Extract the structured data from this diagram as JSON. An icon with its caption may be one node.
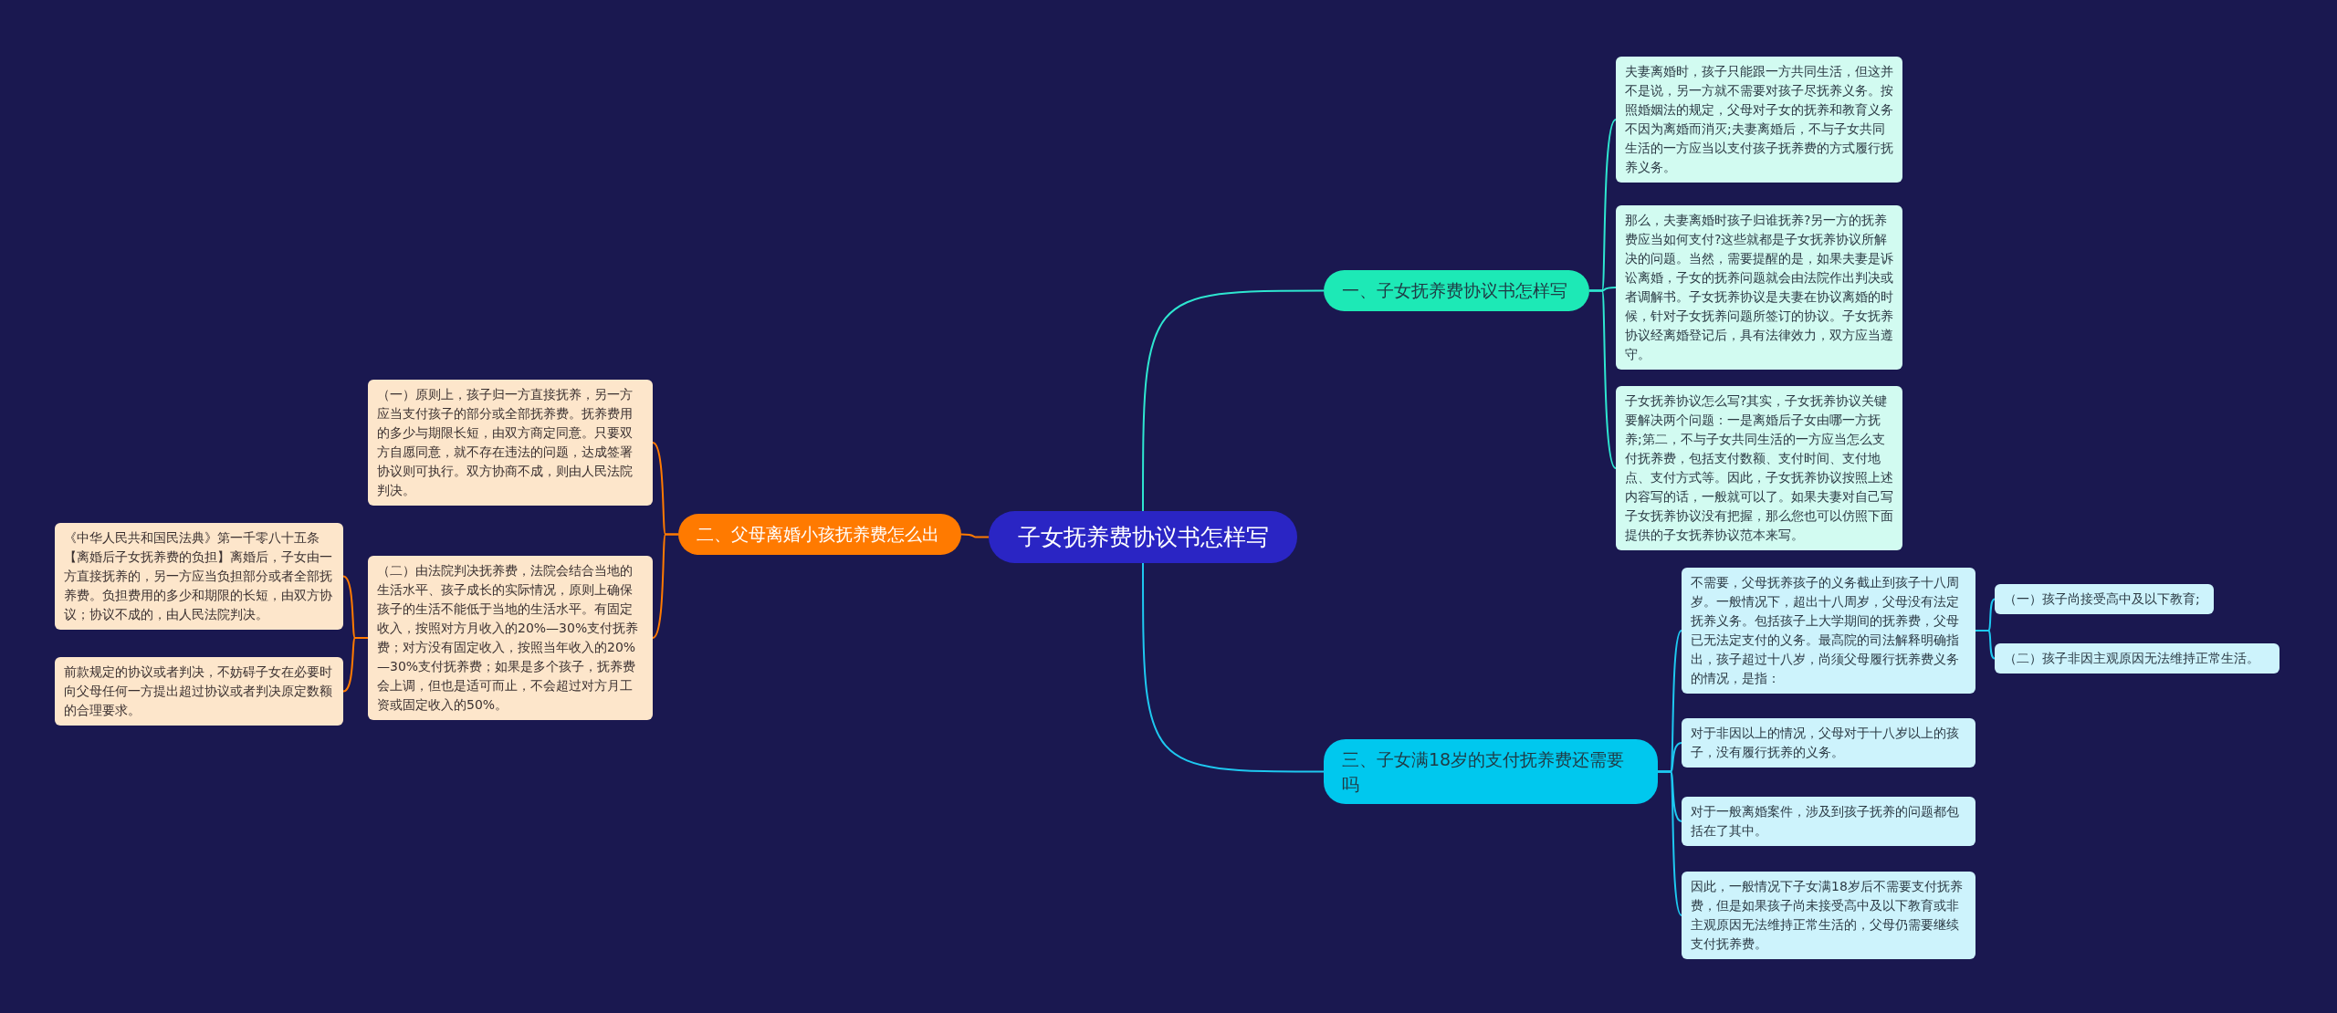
{
  "diagram": {
    "nodes": [
      {
        "text": [
          "子女抚养费协议书怎样写"
        ]
      },
      {
        "text": [
          "一、子女抚养费协议书怎样写"
        ]
      },
      {
        "text": [
          "夫妻离婚时，孩子只能跟一方共同生活，但这并不是说，另一方就不需要对孩子尽抚养义务。按照婚姻法的规定，父母对子女的抚养和教育义务不因为离婚而消灭;夫妻离婚后，不与子女共同生活的一方应当以支付孩子抚养费的方式履行抚养义务。"
        ]
      },
      {
        "text": [
          "那么，夫妻离婚时孩子归谁抚养?另一方的抚养费应当如何支付?这些就都是子女抚养协议所解决的问题。当然，需要提醒的是，如果夫妻是诉讼离婚，子女的抚养问题就会由法院作出判决或者调解书。子女抚养协议是夫妻在协议离婚的时候，针对子女抚养问题所签订的协议。子女抚养协议经离婚登记后，具有法律效力，双方应当遵守。"
        ]
      },
      {
        "text": [
          "子女抚养协议怎么写?其实，子女抚养协议关键要解决两个问题：一是离婚后子女由哪一方抚养;第二，不与子女共同生活的一方应当怎么支付抚养费，包括支付数额、支付时间、支付地点、支付方式等。因此，子女抚养协议按照上述内容写的话，一般就可以了。如果夫妻对自己写子女抚养协议没有把握，那么您也可以仿照下面提供的子女抚养协议范本来写。"
        ]
      },
      {
        "text": [
          "二、父母离婚小孩抚养费怎么出"
        ]
      },
      {
        "text": [
          "（一）原则上，孩子归一方直接抚养，另一方应当支付孩子的部分或全部抚养费。抚养费用的多少与期限长短，由双方商定同意。只要双方自愿同意，就不存在违法的问题，达成签署协议则可执行。双方协商不成，则由人民法院判决。"
        ]
      },
      {
        "text": [
          "（二）由法院判决抚养费，法院会结合当地的生活水平、孩子成长的实际情况，原则上确保孩子的生活不能低于当地的生活水平。有固定收入，按照对方月收入的20%—30%支付抚养费；对方没有固定收入，按照当年收入的20%—30%支付抚养费；如果是多个孩子，抚养费会上调，但也是适可而止，不会超过对方月工资或固定收入的50%。"
        ]
      },
      {
        "text": [
          "《中华人民共和国民法典》第一千零八十五条【离婚后子女抚养费的负担】离婚后，子女由一方直接抚养的，另一方应当负担部分或者全部抚养费。负担费用的多少和期限的长短，由双方协议；协议不成的，由人民法院判决。"
        ]
      },
      {
        "text": [
          "前款规定的协议或者判决，不妨碍子女在必要时向父母任何一方提出超过协议或者判决原定数额的合理要求。"
        ]
      },
      {
        "text": [
          "三、子女满18岁的支付抚养费还需要吗"
        ]
      },
      {
        "text": [
          "不需要，父母抚养孩子的义务截止到孩子十八周岁。一般情况下，超出十八周岁，父母没有法定抚养义务。包括孩子上大学期间的抚养费，父母已无法定支付的义务。最高院的司法解释明确指出，孩子超过十八岁，尚须父母履行抚养费义务的情况，是指："
        ]
      },
      {
        "text": [
          "（一）孩子尚接受高中及以下教育;"
        ]
      },
      {
        "text": [
          "（二）孩子非因主观原因无法维持正常生活。"
        ]
      },
      {
        "text": [
          "对于非因以上的情况，父母对于十八岁以上的孩子，没有履行抚养的义务。"
        ]
      },
      {
        "text": [
          "对于一般离婚案件，涉及到孩子抚养的问题都包括在了其中。"
        ]
      },
      {
        "text": [
          "因此，一般情况下子女满18岁后不需要支付抚养费，但是如果孩子尚未接受高中及以下教育或非主观原因无法维持正常生活的，父母仍需要继续支付抚养费。"
        ]
      }
    ],
    "edges": [
      {
        "from": 0,
        "to": 1,
        "arrow": "none",
        "color": "#2ee6d0"
      },
      {
        "from": 1,
        "to": 2,
        "arrow": "none",
        "color": "#2ee6d0"
      },
      {
        "from": 1,
        "to": 3,
        "arrow": "none",
        "color": "#2ee6d0"
      },
      {
        "from": 1,
        "to": 4,
        "arrow": "none",
        "color": "#2ee6d0"
      },
      {
        "from": 0,
        "to": 5,
        "arrow": "none",
        "color": "#ff7a00"
      },
      {
        "from": 5,
        "to": 6,
        "arrow": "none",
        "color": "#ff7a00"
      },
      {
        "from": 5,
        "to": 7,
        "arrow": "none",
        "color": "#ff7a00"
      },
      {
        "from": 7,
        "to": 8,
        "arrow": "none",
        "color": "#ff7a00"
      },
      {
        "from": 7,
        "to": 9,
        "arrow": "none",
        "color": "#ff7a00"
      },
      {
        "from": 0,
        "to": 10,
        "arrow": "none"
      },
      {
        "from": 10,
        "to": 11,
        "arrow": "none"
      },
      {
        "from": 11,
        "to": 12,
        "arrow": "none"
      },
      {
        "from": 11,
        "to": 13,
        "arrow": "none"
      },
      {
        "from": 10,
        "to": 14,
        "arrow": "none"
      },
      {
        "from": 10,
        "to": 15,
        "arrow": "none"
      },
      {
        "from": 10,
        "to": 16,
        "arrow": "none"
      }
    ]
  }
}
